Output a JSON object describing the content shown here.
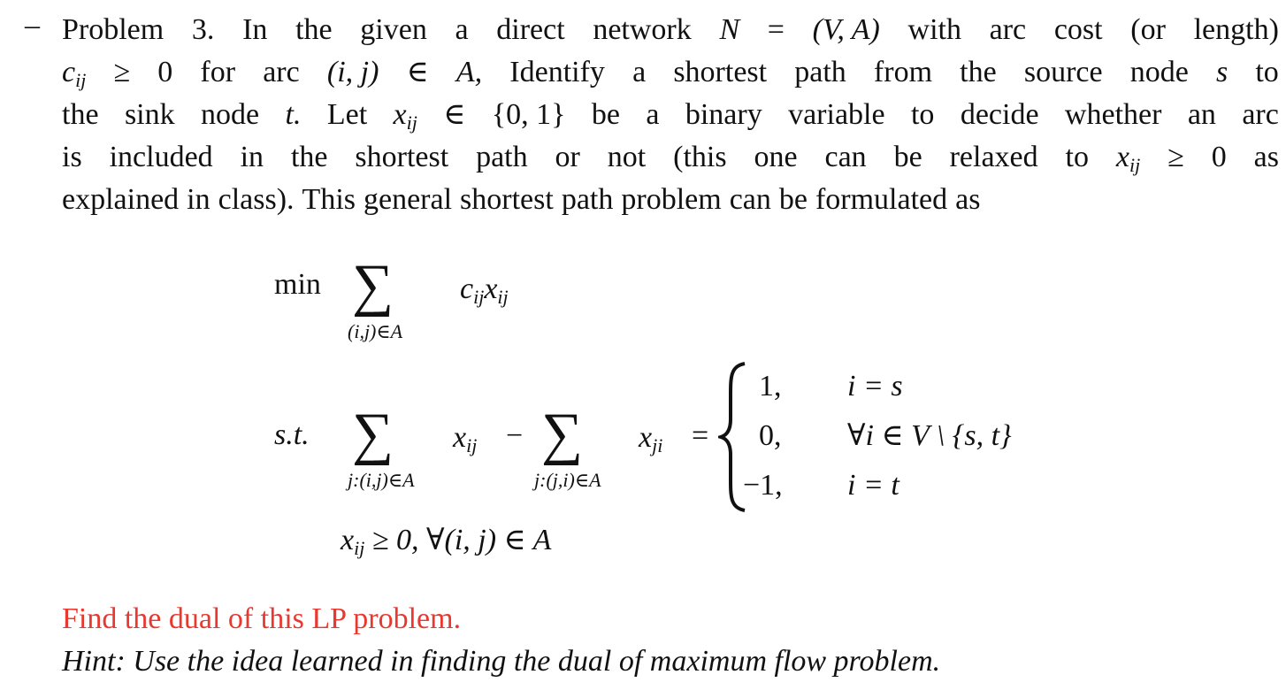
{
  "bullet": "–",
  "problem": {
    "lines": [
      [
        {
          "t": "Problem"
        },
        {
          "t": "3."
        },
        {
          "t": "In"
        },
        {
          "t": "the"
        },
        {
          "t": "given"
        },
        {
          "t": "a"
        },
        {
          "t": "direct"
        },
        {
          "t": "network"
        },
        {
          "t": "N",
          "m": 1
        },
        {
          "t": "="
        },
        {
          "t": "(V, A)",
          "m": 1
        },
        {
          "t": "with"
        },
        {
          "t": "arc"
        },
        {
          "t": "cost"
        },
        {
          "t": "(or"
        },
        {
          "t": "length)"
        }
      ],
      [
        {
          "t": "c",
          "m": 1,
          "s": "ij"
        },
        {
          "t": "≥"
        },
        {
          "t": "0"
        },
        {
          "t": "for"
        },
        {
          "t": "arc"
        },
        {
          "t": "(i, j)",
          "m": 1
        },
        {
          "t": "∈"
        },
        {
          "t": "A,",
          "m": 1
        },
        {
          "t": "Identify"
        },
        {
          "t": "a"
        },
        {
          "t": "shortest"
        },
        {
          "t": "path"
        },
        {
          "t": "from"
        },
        {
          "t": "the"
        },
        {
          "t": "source"
        },
        {
          "t": "node"
        },
        {
          "t": "s",
          "m": 1
        },
        {
          "t": "to"
        }
      ],
      [
        {
          "t": "the"
        },
        {
          "t": "sink"
        },
        {
          "t": "node"
        },
        {
          "t": "t.",
          "m": 1
        },
        {
          "t": "Let"
        },
        {
          "t": "x",
          "m": 1,
          "s": "ij"
        },
        {
          "t": "∈"
        },
        {
          "t": "{0, 1}"
        },
        {
          "t": "be"
        },
        {
          "t": "a"
        },
        {
          "t": "binary"
        },
        {
          "t": "variable"
        },
        {
          "t": "to"
        },
        {
          "t": "decide"
        },
        {
          "t": "whether"
        },
        {
          "t": "an"
        },
        {
          "t": "arc"
        }
      ],
      [
        {
          "t": "is"
        },
        {
          "t": "included"
        },
        {
          "t": "in"
        },
        {
          "t": "the"
        },
        {
          "t": "shortest"
        },
        {
          "t": "path"
        },
        {
          "t": "or"
        },
        {
          "t": "not"
        },
        {
          "t": "(this"
        },
        {
          "t": "one"
        },
        {
          "t": "can"
        },
        {
          "t": "be"
        },
        {
          "t": "relaxed"
        },
        {
          "t": "to"
        },
        {
          "t": "x",
          "m": 1,
          "s": "ij"
        },
        {
          "t": "≥"
        },
        {
          "t": "0"
        },
        {
          "t": "as"
        }
      ],
      [
        {
          "t": "explained"
        },
        {
          "t": "in"
        },
        {
          "t": "class)."
        },
        {
          "t": "This"
        },
        {
          "t": "general"
        },
        {
          "t": "shortest"
        },
        {
          "t": "path"
        },
        {
          "t": "problem"
        },
        {
          "t": "can"
        },
        {
          "t": "be"
        },
        {
          "t": "formulated"
        },
        {
          "t": "as"
        }
      ]
    ]
  },
  "formulation": {
    "min": "min",
    "sigma": "∑",
    "obj_sub": "(i,j)∈A",
    "obj_c": "c",
    "obj_x": "x",
    "ij": "ij",
    "ji": "ji",
    "st": "s.t.",
    "sum1_sub": "j:(i,j)∈A",
    "sum2_sub": "j:(j,i)∈A",
    "x": "x",
    "minus": "−",
    "equals": "=",
    "cases": [
      {
        "value": "1,",
        "cond": "i = s"
      },
      {
        "value": "0,",
        "cond": "∀i ∈ V \\ {s, t}"
      },
      {
        "value": "−1,",
        "cond": "i = t"
      }
    ],
    "nonneg_rest": " ≥ 0,  ∀(i, j) ∈ A"
  },
  "task": "Find the dual of this LP problem.",
  "hint": "Hint:  Use the idea learned in finding the dual of maximum flow problem.",
  "colors": {
    "task": "#e8382f",
    "text": "#111111"
  }
}
